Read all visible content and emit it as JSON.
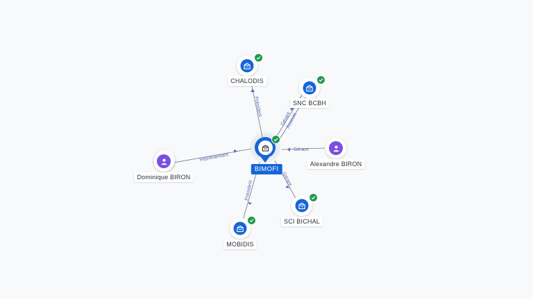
{
  "center": {
    "name": "BIMOFI",
    "icon": "company-building-icon",
    "verified": true
  },
  "nodes": [
    {
      "id": "chalodis",
      "name": "CHALODIS",
      "kind": "company",
      "icon": "company-building-icon",
      "verified": true
    },
    {
      "id": "sncbcbh",
      "name": "SNC BCBH",
      "kind": "company",
      "icon": "company-building-icon",
      "verified": true
    },
    {
      "id": "alexandre",
      "name": "Alexandre BIRON",
      "kind": "person",
      "icon": "person-icon"
    },
    {
      "id": "scibichal",
      "name": "SCI BICHAL",
      "kind": "company",
      "icon": "company-building-icon",
      "verified": true
    },
    {
      "id": "mobidis",
      "name": "MOBIDIS",
      "kind": "company",
      "icon": "company-building-icon",
      "verified": true
    },
    {
      "id": "dominique",
      "name": "Dominique BIRON",
      "kind": "person",
      "icon": "person-icon"
    }
  ],
  "edges": [
    {
      "from": "center",
      "to": "chalodis",
      "label": "Président"
    },
    {
      "from": "center",
      "to": "sncbcbh",
      "label": "Gérant"
    },
    {
      "from": "center",
      "to": "sncbcbh",
      "label": "Associé"
    },
    {
      "from": "alexandre",
      "to": "center",
      "label": "Gérant"
    },
    {
      "from": "center",
      "to": "scibichal",
      "label": "Gérant"
    },
    {
      "from": "center",
      "to": "mobidis",
      "label": "Président"
    },
    {
      "from": "dominique",
      "to": "center",
      "label": "Représentant"
    }
  ],
  "colors": {
    "company": "#1565d8",
    "person": "#7b4fe0",
    "verified": "#1f9a52",
    "edge_label": "#5a6fb8"
  }
}
